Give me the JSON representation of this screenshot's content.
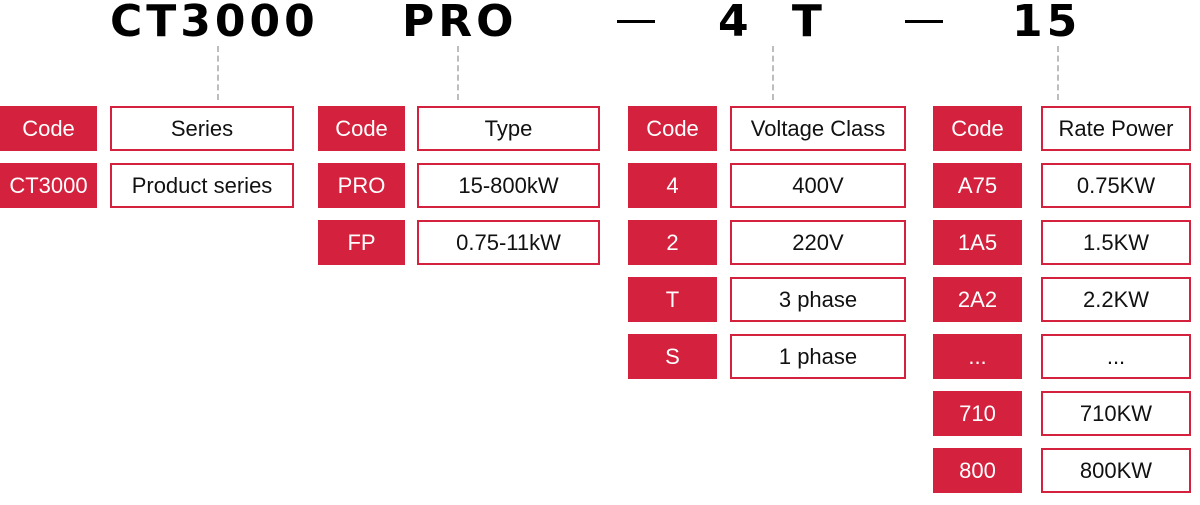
{
  "model_code": {
    "series": "CT3000",
    "type": "PRO",
    "voltage_phase": "4 T",
    "power": "15"
  },
  "columns": [
    {
      "headers": {
        "code": "Code",
        "description": "Series"
      },
      "rows": [
        {
          "code": "CT3000",
          "description": "Product series"
        }
      ]
    },
    {
      "headers": {
        "code": "Code",
        "description": "Type"
      },
      "rows": [
        {
          "code": "PRO",
          "description": "15-800kW"
        },
        {
          "code": "FP",
          "description": "0.75-11kW"
        }
      ]
    },
    {
      "headers": {
        "code": "Code",
        "description": "Voltage Class"
      },
      "rows": [
        {
          "code": "4",
          "description": "400V"
        },
        {
          "code": "2",
          "description": "220V"
        },
        {
          "code": "T",
          "description": "3 phase"
        },
        {
          "code": "S",
          "description": "1 phase"
        }
      ]
    },
    {
      "headers": {
        "code": "Code",
        "description": "Rate Power"
      },
      "rows": [
        {
          "code": "A75",
          "description": "0.75KW"
        },
        {
          "code": "1A5",
          "description": "1.5KW"
        },
        {
          "code": "2A2",
          "description": "2.2KW"
        },
        {
          "code": "...",
          "description": "..."
        },
        {
          "code": "710",
          "description": "710KW"
        },
        {
          "code": "800",
          "description": "800KW"
        }
      ]
    }
  ],
  "colors": {
    "accent": "#d4213d",
    "leader_line": "#bdbdbd",
    "text": "#111111"
  }
}
